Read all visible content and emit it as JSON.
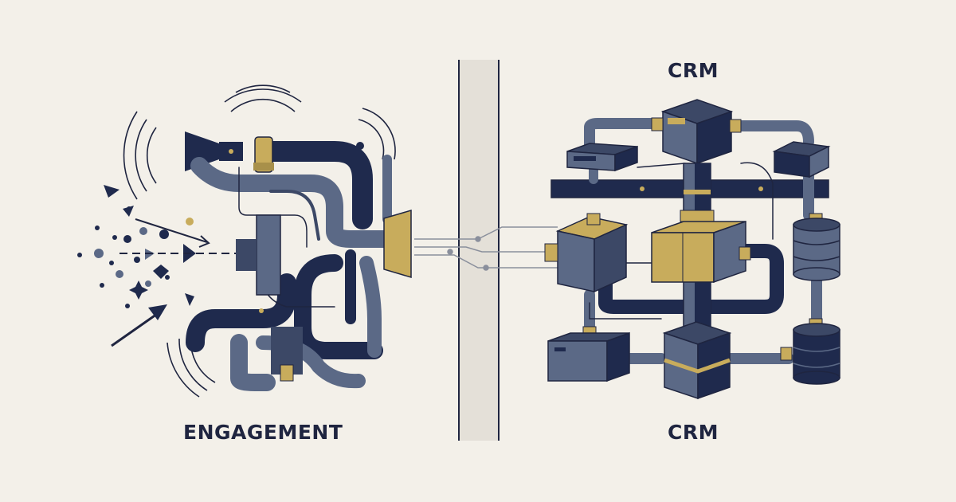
{
  "labels": {
    "left": "ENGAGEMENT",
    "right_top": "CRM",
    "right_bottom": "CRM"
  },
  "palette": {
    "background": "#f3f0e9",
    "navy": "#1f2a4d",
    "slate": "#5b6986",
    "slate_dark": "#3c4866",
    "gold": "#c8ac5c",
    "divider": "#e4e0d8",
    "ink": "#1f2540"
  },
  "icons": [
    "megaphone-icon",
    "signal-waves-icon",
    "arrow-icon",
    "server-cube-icon",
    "database-cylinder-icon"
  ]
}
